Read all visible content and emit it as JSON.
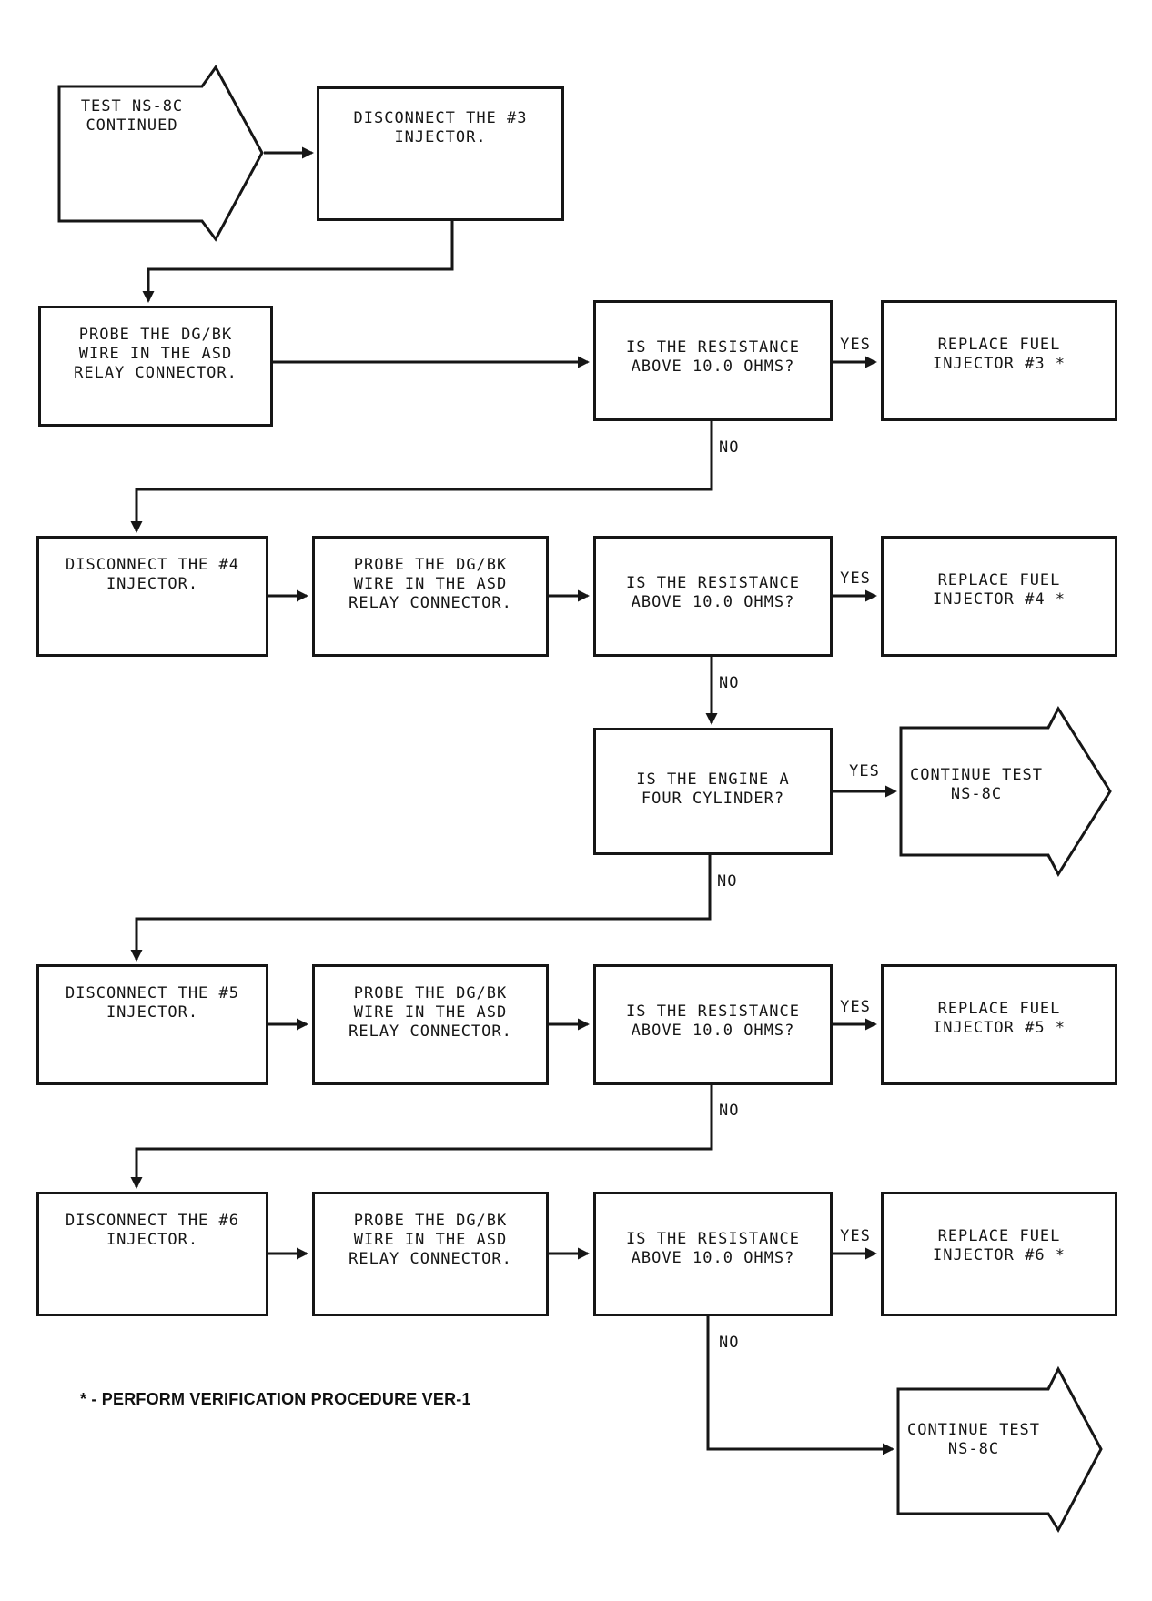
{
  "page": {
    "background": "#ffffff",
    "ink": "#161616"
  },
  "flow": {
    "entry_flag": {
      "text": "TEST NS-8C\nCONTINUED"
    },
    "nodes": {
      "disconnect_3": {
        "text": "DISCONNECT THE #3\nINJECTOR."
      },
      "probe_3": {
        "text": "PROBE THE DG/BK\nWIRE IN THE ASD\nRELAY CONNECTOR."
      },
      "resistance_3": {
        "text": "IS THE RESISTANCE\nABOVE 10.0 OHMS?"
      },
      "replace_3": {
        "text": "REPLACE FUEL\nINJECTOR #3 *"
      },
      "disconnect_4": {
        "text": "DISCONNECT THE #4\nINJECTOR."
      },
      "probe_4": {
        "text": "PROBE THE DG/BK\nWIRE IN THE ASD\nRELAY CONNECTOR."
      },
      "resistance_4": {
        "text": "IS THE RESISTANCE\nABOVE 10.0 OHMS?"
      },
      "replace_4": {
        "text": "REPLACE FUEL\nINJECTOR #4 *"
      },
      "four_cylinder": {
        "text": "IS THE ENGINE A\nFOUR CYLINDER?"
      },
      "continue_mid": {
        "text": "CONTINUE TEST\nNS-8C"
      },
      "disconnect_5": {
        "text": "DISCONNECT THE #5\nINJECTOR."
      },
      "probe_5": {
        "text": "PROBE THE DG/BK\nWIRE IN THE ASD\nRELAY CONNECTOR."
      },
      "resistance_5": {
        "text": "IS THE RESISTANCE\nABOVE 10.0 OHMS?"
      },
      "replace_5": {
        "text": "REPLACE FUEL\nINJECTOR #5 *"
      },
      "disconnect_6": {
        "text": "DISCONNECT THE #6\nINJECTOR."
      },
      "probe_6": {
        "text": "PROBE THE DG/BK\nWIRE IN THE ASD\nRELAY CONNECTOR."
      },
      "resistance_6": {
        "text": "IS THE RESISTANCE\nABOVE 10.0 OHMS?"
      },
      "replace_6": {
        "text": "REPLACE FUEL\nINJECTOR #6 *"
      },
      "continue_end": {
        "text": "CONTINUE TEST\nNS-8C"
      }
    },
    "labels": {
      "yes": "YES",
      "no": "NO"
    },
    "footnote": "* - PERFORM VERIFICATION PROCEDURE VER-1"
  }
}
